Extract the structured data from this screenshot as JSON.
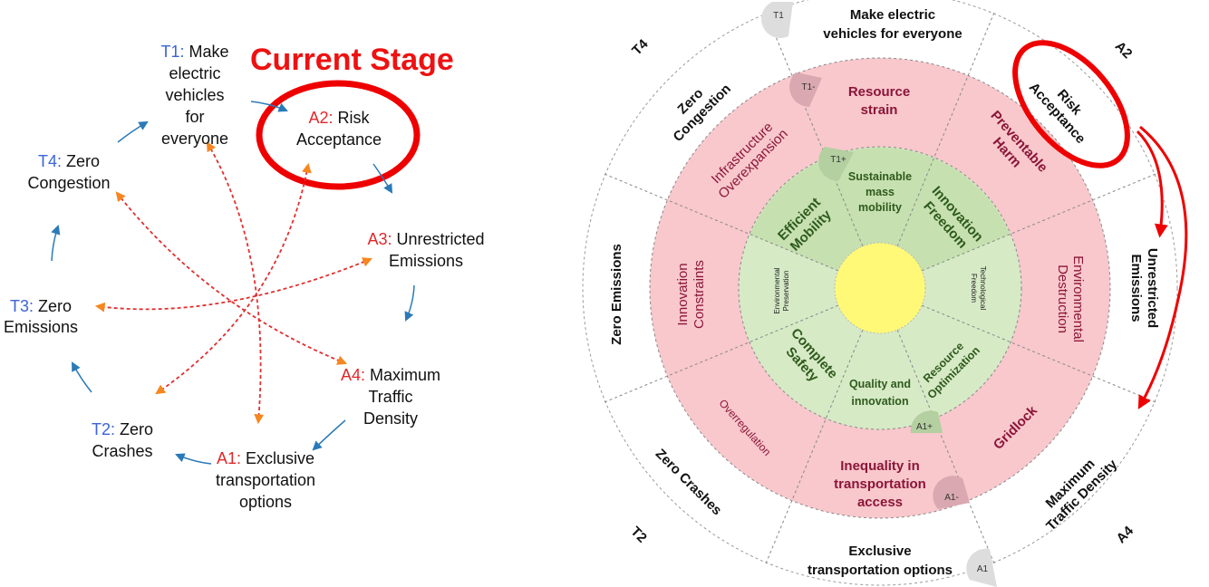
{
  "left": {
    "title": "Current Stage",
    "nodes": {
      "t1": {
        "code": "T1:",
        "lines": [
          " Make",
          "electric",
          "vehicles",
          "for",
          "everyone"
        ]
      },
      "a2": {
        "code": "A2:",
        "lines": [
          " Risk",
          "Acceptance"
        ]
      },
      "a3": {
        "code": "A3:",
        "lines": [
          " Unrestricted",
          "Emissions"
        ]
      },
      "a4": {
        "code": "A4:",
        "lines": [
          " Maximum",
          "Traffic",
          "Density"
        ]
      },
      "a1": {
        "code": "A1:",
        "lines": [
          " Exclusive",
          "transportation",
          "options"
        ]
      },
      "t2": {
        "code": "T2:",
        "lines": [
          " Zero",
          "Crashes"
        ]
      },
      "t3": {
        "code": "T3:",
        "lines": [
          " Zero",
          "Emissions"
        ]
      },
      "t4": {
        "code": "T4:",
        "lines": [
          " Zero",
          "Congestion"
        ]
      }
    }
  },
  "wheel": {
    "outer": {
      "top": [
        "Make electric",
        "vehicles for everyone"
      ],
      "ne": [
        "Risk",
        "Acceptance"
      ],
      "e": [
        "Unrestricted",
        "Emissions"
      ],
      "se": [
        "Maximum",
        "Traffic Density"
      ],
      "s": [
        "Exclusive",
        "transportation options"
      ],
      "sw": [
        "Zero Crashes"
      ],
      "w": [
        "Zero Emissions"
      ],
      "nw": [
        "Zero",
        "Congestion"
      ]
    },
    "corners": {
      "t4": "T4",
      "a2": "A2",
      "t2": "T2",
      "a4": "A4"
    },
    "pink": {
      "top": [
        "Resource",
        "strain"
      ],
      "ne": [
        "Preventable",
        "Harm"
      ],
      "e": [
        "Environmental",
        "Destruction"
      ],
      "se": [
        "Gridlock"
      ],
      "s": [
        "Inequality in",
        "transportation",
        "access"
      ],
      "sw": [
        "Overregulation"
      ],
      "w": [
        "Innovation",
        "Constraints"
      ],
      "nw": [
        "Infrastructure",
        "Overexpansion"
      ]
    },
    "green": {
      "top": [
        "Sustainable",
        "mass",
        "mobility"
      ],
      "ne": [
        "Innovation",
        "Freedom"
      ],
      "e": [
        "Technological",
        "Freedom"
      ],
      "se": [
        "Resource",
        "Optimization"
      ],
      "s": [
        "Quality and",
        "innovation"
      ],
      "sw": [
        "Complete",
        "Safety"
      ],
      "w": [
        "Environmental",
        "Preservation"
      ],
      "nw": [
        "Efficient",
        "Mobility"
      ]
    },
    "badges": {
      "t1": "T1",
      "t1m": "T1-",
      "t1p": "T1+",
      "a1p": "A1+",
      "a1m": "A1-",
      "a1": "A1"
    },
    "colors": {
      "pink": "#f8c8cc",
      "green_dark": "#c6e0b0",
      "green_light": "#d6eac6",
      "sun": "#fff977",
      "highlight": "#ee0000"
    }
  }
}
